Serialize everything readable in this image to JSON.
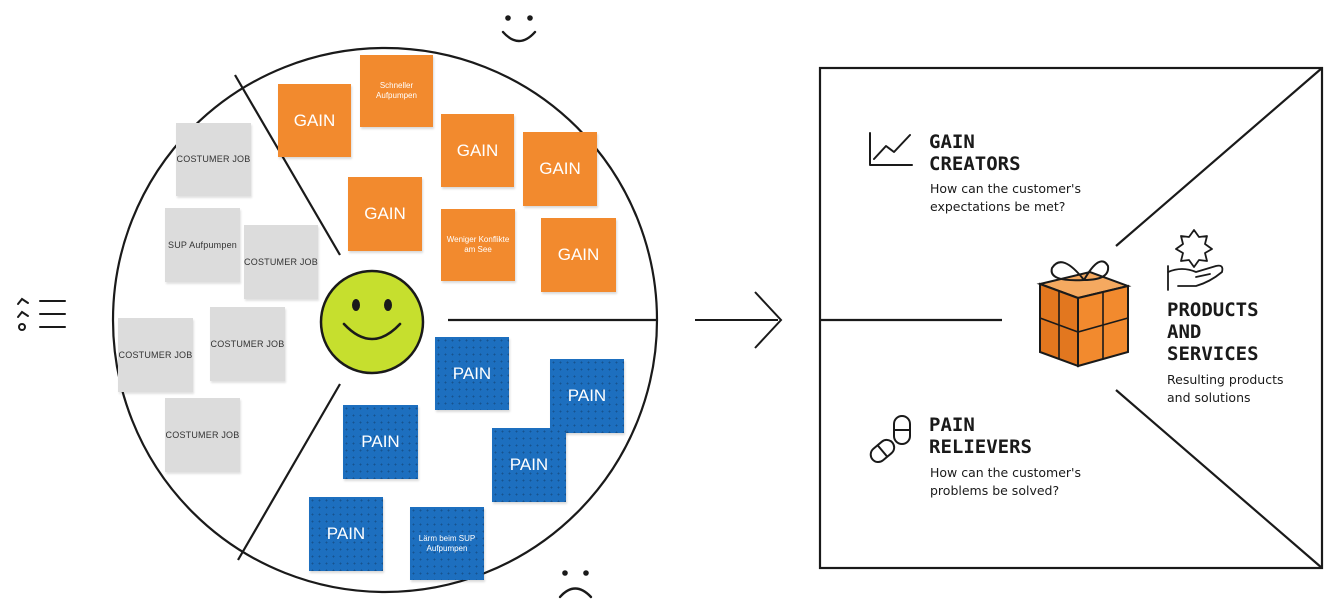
{
  "customer_profile": {
    "gain_notes": [
      {
        "text": "GAIN"
      },
      {
        "text": "Schneller Aufpumpen"
      },
      {
        "text": "GAIN"
      },
      {
        "text": "GAIN"
      },
      {
        "text": "GAIN"
      },
      {
        "text": "Weniger Konflikte am See"
      },
      {
        "text": "GAIN"
      }
    ],
    "pain_notes": [
      {
        "text": "PAIN"
      },
      {
        "text": "PAIN"
      },
      {
        "text": "PAIN"
      },
      {
        "text": "PAIN"
      },
      {
        "text": "PAIN"
      },
      {
        "text": "Lärm beim SUP Aufpumpen"
      }
    ],
    "job_notes": [
      {
        "text": "COSTUMER JOB"
      },
      {
        "text": "SUP Aufpumpen"
      },
      {
        "text": "COSTUMER JOB"
      },
      {
        "text": "COSTUMER JOB"
      },
      {
        "text": "COSTUMER JOB"
      },
      {
        "text": "COSTUMER JOB"
      }
    ],
    "icons": [
      "smiley-face-icon",
      "happy-face-icon",
      "sad-face-icon",
      "checklist-icon"
    ]
  },
  "value_map": {
    "gain_creators": {
      "title_line1": "GAIN",
      "title_line2": "CREATORS",
      "question_line1": "How can the customer's",
      "question_line2": "expectations be met?",
      "icon": "trend-line-icon"
    },
    "pain_relievers": {
      "title_line1": "PAIN",
      "title_line2": "RELIEVERS",
      "question_line1": "How can the customer's",
      "question_line2": "problems be solved?",
      "icon": "pills-icon"
    },
    "products_services": {
      "title_line1": "PRODUCTS",
      "title_line2": "AND",
      "title_line3": "SERVICES",
      "desc_line1": "Resulting products",
      "desc_line2": "and solutions",
      "icons": [
        "gift-box-icon",
        "hand-star-icon"
      ]
    }
  },
  "colors": {
    "gain": "#f28a2e",
    "pain": "#1d6fbf",
    "job": "#dcdcdc",
    "smiley": "#c6df2e",
    "line": "#1a1a1a",
    "gift": "#f28a2e"
  }
}
